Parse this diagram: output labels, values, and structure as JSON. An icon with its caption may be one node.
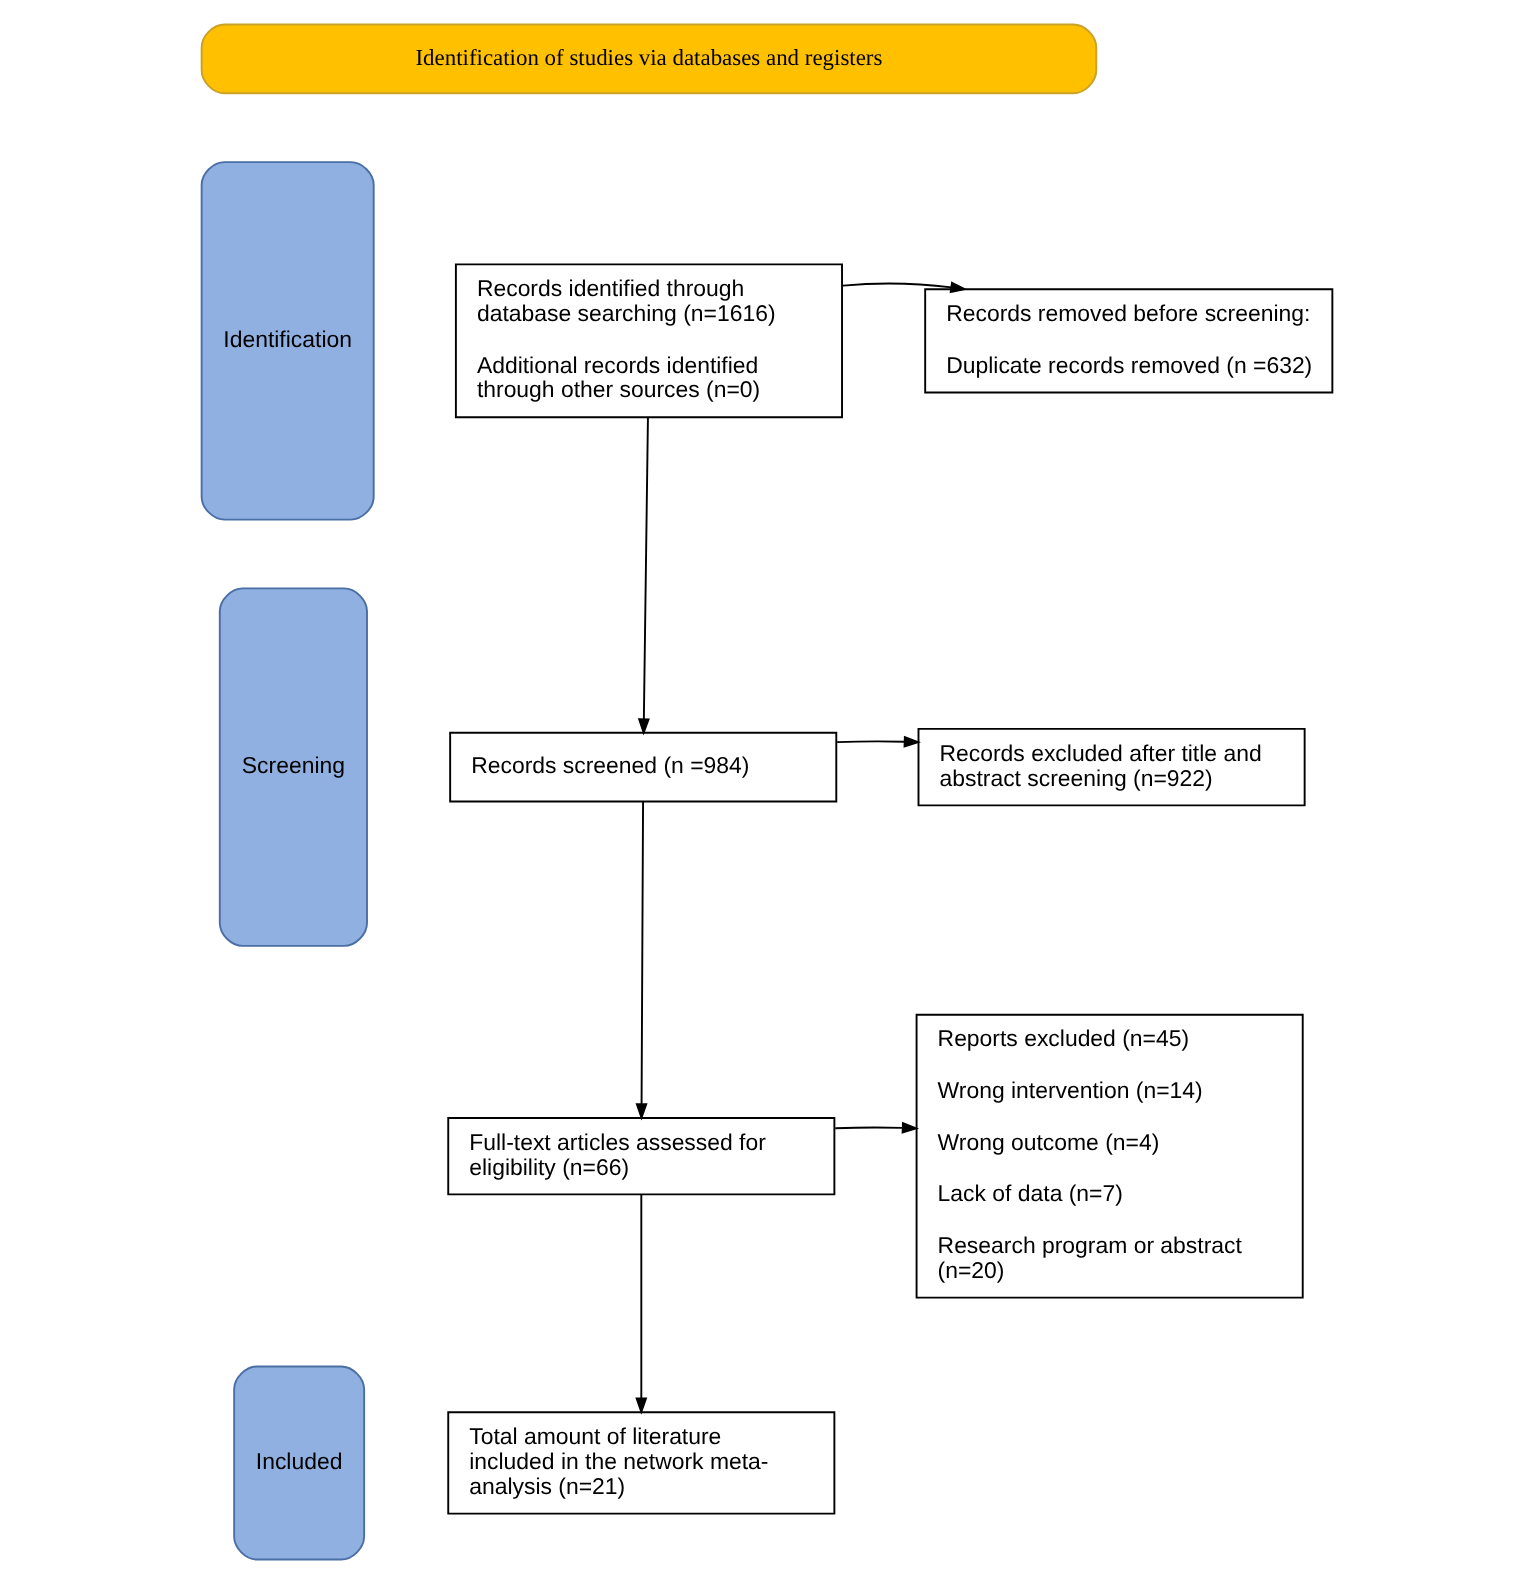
{
  "diagram": {
    "nodes": [
      {
        "text": [
          "Identification of studies via databases and registers"
        ]
      },
      {
        "text": [
          "Identification"
        ]
      },
      {
        "text": [
          "Screening"
        ]
      },
      {
        "text": [
          "Included"
        ]
      },
      {
        "text": [
          "Records identified through database searching (n=1616)",
          "Additional records identified through other sources (n=0)"
        ]
      },
      {
        "text": [
          "Records removed before screening:",
          "Duplicate records removed (n =632)"
        ]
      },
      {
        "text": [
          "Records screened (n =984)"
        ]
      },
      {
        "text": [
          "Records excluded after title and abstract screening (n=922)"
        ]
      },
      {
        "text": [
          "Full-text articles assessed for eligibility (n=66)"
        ]
      },
      {
        "text": [
          "Reports excluded (n=45)",
          "Wrong intervention (n=14)",
          "Wrong outcome (n=4)",
          "Lack of data (n=7)",
          "Research program or abstract (n=20)"
        ]
      },
      {
        "text": [
          "Total amount of literature included in the network meta-analysis (n=21)"
        ]
      }
    ],
    "edges": [
      {
        "from": 4,
        "to": 5,
        "arrow": "to"
      },
      {
        "from": 4,
        "to": 6,
        "arrow": "to"
      },
      {
        "from": 6,
        "to": 7,
        "arrow": "to"
      },
      {
        "from": 6,
        "to": 8,
        "arrow": "to"
      },
      {
        "from": 8,
        "to": 9,
        "arrow": "to"
      },
      {
        "from": 8,
        "to": 10,
        "arrow": "to"
      }
    ]
  }
}
